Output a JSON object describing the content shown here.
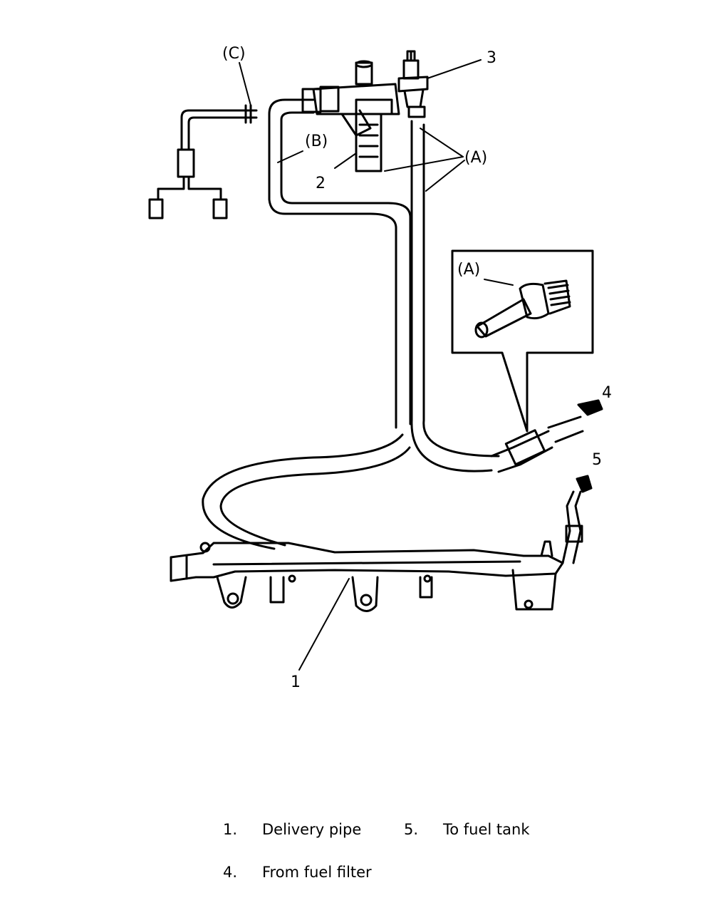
{
  "callouts": {
    "c": "(C)",
    "b": "(B)",
    "a": "(A)",
    "inset_a": "(A)",
    "n1": "1",
    "n2": "2",
    "n3": "3",
    "n4": "4",
    "n5": "5"
  },
  "legend": [
    {
      "num": "1.",
      "text": "Delivery pipe"
    },
    {
      "num": "5.",
      "text": "To fuel tank"
    },
    {
      "num": "4.",
      "text": "From fuel filter"
    }
  ]
}
